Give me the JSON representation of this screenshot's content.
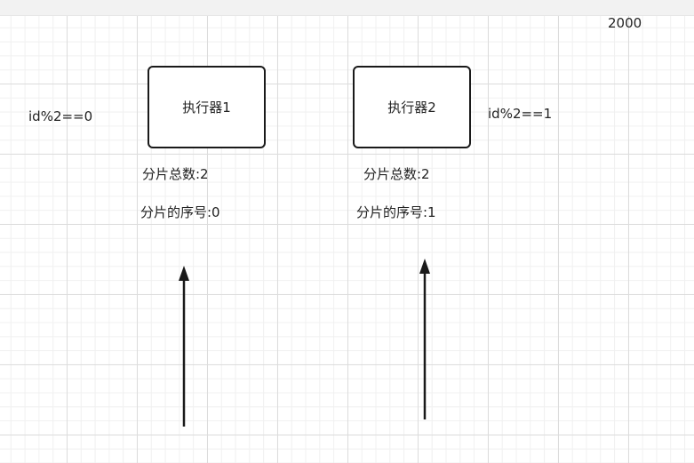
{
  "page_number": "2000",
  "left": {
    "condition": "id%2==0",
    "executor": "执行器1",
    "shard_total": "分片总数:2",
    "shard_index": "分片的序号:0"
  },
  "right": {
    "condition": "id%2==1",
    "executor": "执行器2",
    "shard_total": "分片总数:2",
    "shard_index": "分片的序号:1"
  }
}
